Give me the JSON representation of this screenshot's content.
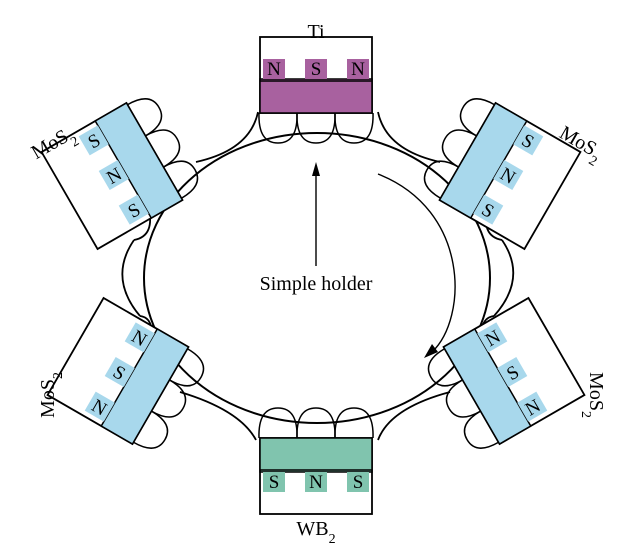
{
  "colors": {
    "ti": "#a8619f",
    "wb2": "#80c4ae",
    "mos2": "#a8d8ec",
    "line": "#000000",
    "background": "#ffffff"
  },
  "holder": {
    "label": "Simple holder"
  },
  "targets": [
    {
      "id": "top",
      "material": "Ti",
      "base": "Ti",
      "sub": "",
      "color_key": "ti",
      "poles": [
        "N",
        "S",
        "N"
      ]
    },
    {
      "id": "upper-right",
      "material": "MoS2",
      "base": "MoS",
      "sub": "2",
      "color_key": "mos2",
      "poles": [
        "S",
        "N",
        "S"
      ]
    },
    {
      "id": "lower-right",
      "material": "MoS2",
      "base": "MoS",
      "sub": "2",
      "color_key": "mos2",
      "poles": [
        "N",
        "S",
        "N"
      ]
    },
    {
      "id": "bottom",
      "material": "WB2",
      "base": "WB",
      "sub": "2",
      "color_key": "wb2",
      "poles": [
        "S",
        "N",
        "S"
      ]
    },
    {
      "id": "lower-left",
      "material": "MoS2",
      "base": "MoS",
      "sub": "2",
      "color_key": "mos2",
      "poles": [
        "N",
        "S",
        "N"
      ]
    },
    {
      "id": "upper-left",
      "material": "MoS2",
      "base": "MoS",
      "sub": "2",
      "color_key": "mos2",
      "poles": [
        "S",
        "N",
        "S"
      ]
    }
  ]
}
